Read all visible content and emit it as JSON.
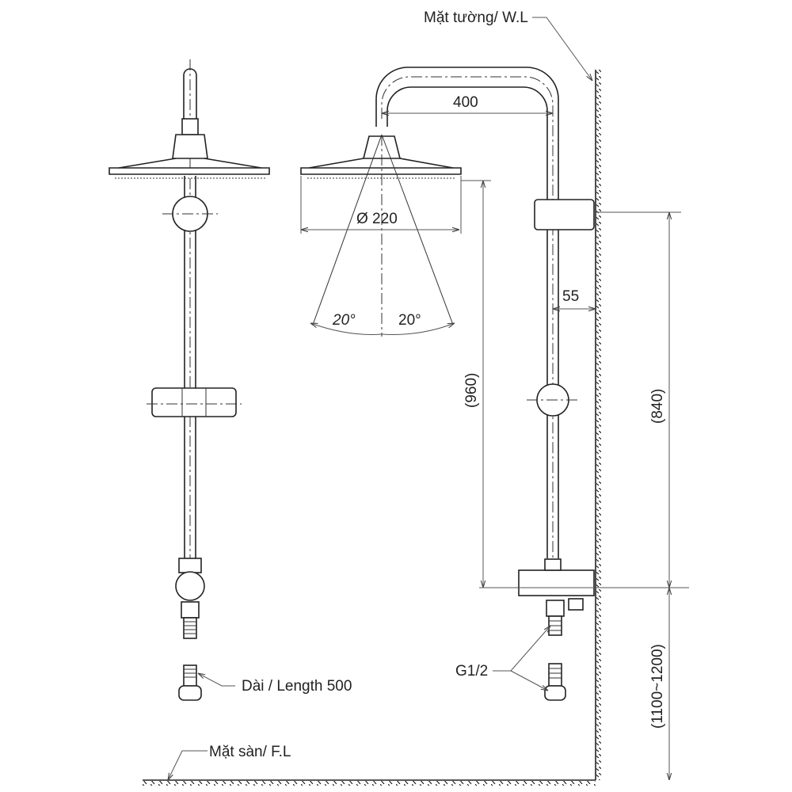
{
  "labels": {
    "wall": "Mặt tường/ W.L",
    "floor": "Mặt sàn/ F.L",
    "hose_length": "Dài / Length 500",
    "connection": "G1/2"
  },
  "dimensions": {
    "arm_length": "400",
    "head_diameter": "Ø 220",
    "spray_angle_left": "20°",
    "spray_angle_right": "20°",
    "wall_offset": "55",
    "head_height": "(960)",
    "bar_length": "(840)",
    "mount_height": "(1100~1200)"
  }
}
